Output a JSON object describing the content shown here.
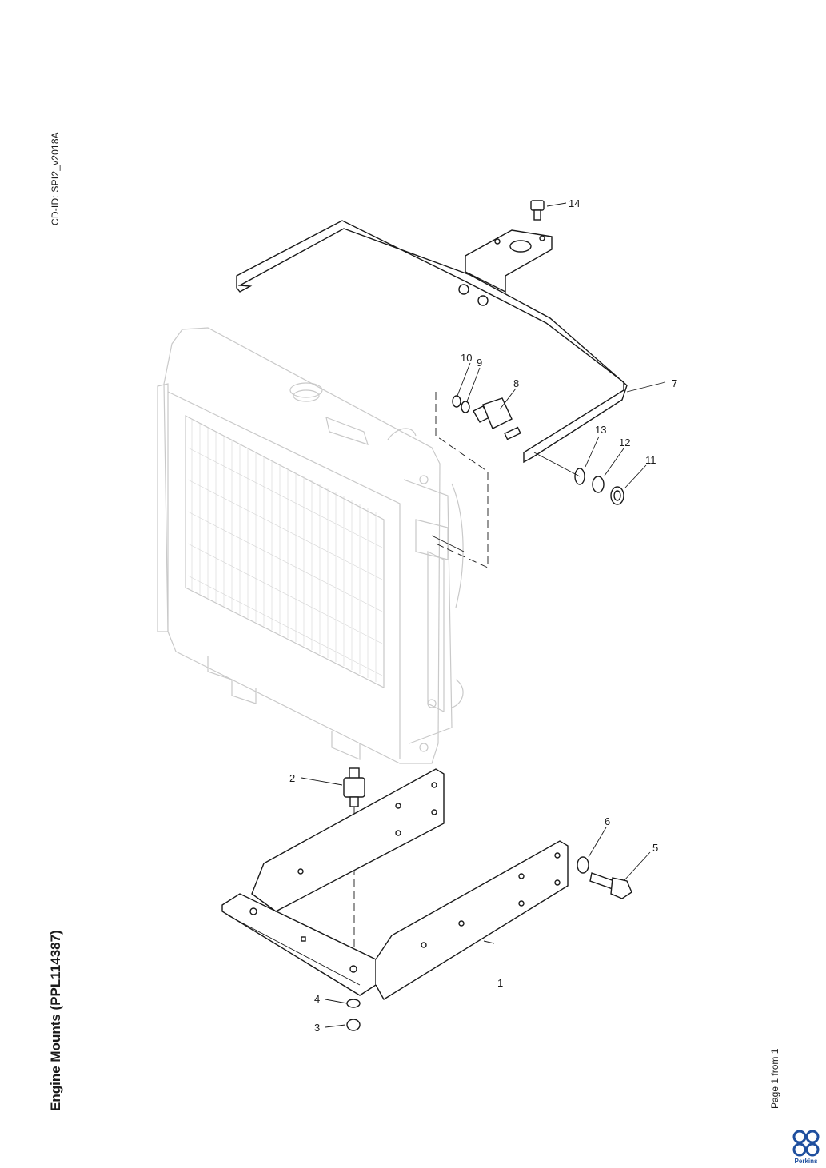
{
  "page": {
    "cd_id": "CD-ID: SPI2_v2018A",
    "title": "Engine Mounts (PPL114387)",
    "pager": "Page 1 from 1",
    "brand": "Perkins"
  },
  "callouts": [
    "1",
    "2",
    "3",
    "4",
    "5",
    "6",
    "7",
    "8",
    "9",
    "10",
    "11",
    "12",
    "13",
    "14"
  ]
}
